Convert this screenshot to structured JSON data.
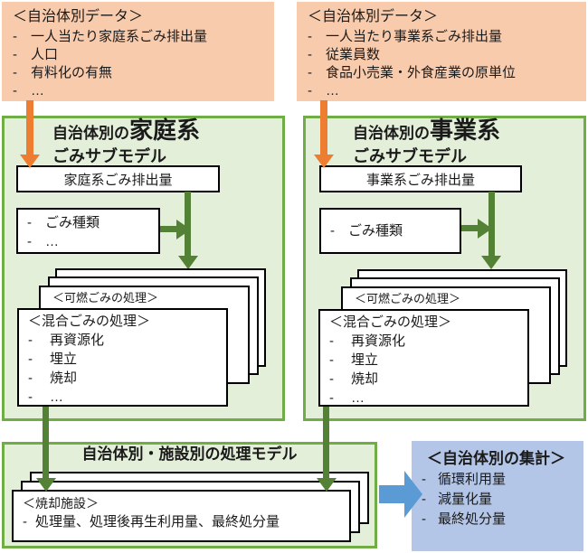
{
  "bullet": "-",
  "colors": {
    "orange_fill": "#F8CBAD",
    "orange_arrow": "#ED7D31",
    "green_panel_fill": "#E3EFD9",
    "green_panel_border": "#71AD47",
    "green_arrow": "#538135",
    "blue_fill": "#B4C6E7",
    "blue_arrow": "#5B9BD5",
    "box_border": "#000000"
  },
  "municipal_data_left": {
    "title": "＜自治体別データ＞",
    "items": [
      "一人当たり家庭系ごみ排出量",
      "人口",
      "有料化の有無",
      "…"
    ]
  },
  "municipal_data_right": {
    "title": "＜自治体別データ＞",
    "items": [
      "一人当たり事業系ごみ排出量",
      "従業員数",
      "食品小売業・外食産業の原単位",
      "…"
    ]
  },
  "household_panel": {
    "title_prefix": "自治体別の",
    "title_emphasis": "家庭系",
    "title_line2": "ごみサブモデル",
    "emission_box": "家庭系ごみ排出量",
    "type_box_items": [
      "ごみ種類",
      "…"
    ],
    "stack": {
      "back_label": "＜可燃ごみの処理＞",
      "front_title": "＜混合ごみの処理＞",
      "front_items": [
        "再資源化",
        "埋立",
        "焼却",
        "…"
      ]
    }
  },
  "business_panel": {
    "title_prefix": "自治体別の",
    "title_emphasis": "事業系",
    "title_line2": "ごみサブモデル",
    "emission_box": "事業系ごみ排出量",
    "type_box_items": [
      "ごみ種類"
    ],
    "stack": {
      "back_label": "＜可燃ごみの処理＞",
      "front_title": "＜混合ごみの処理＞",
      "front_items": [
        "再資源化",
        "埋立",
        "焼却",
        "…"
      ]
    }
  },
  "treatment_panel": {
    "title": "自治体別・施設別の処理モデル",
    "facility_title": "＜焼却施設＞",
    "facility_line": "処理量、処理後再生利用量、最終処分量"
  },
  "summary_box": {
    "title": "＜自治体別の集計＞",
    "items": [
      "循環利用量",
      "減量化量",
      "最終処分量"
    ]
  }
}
